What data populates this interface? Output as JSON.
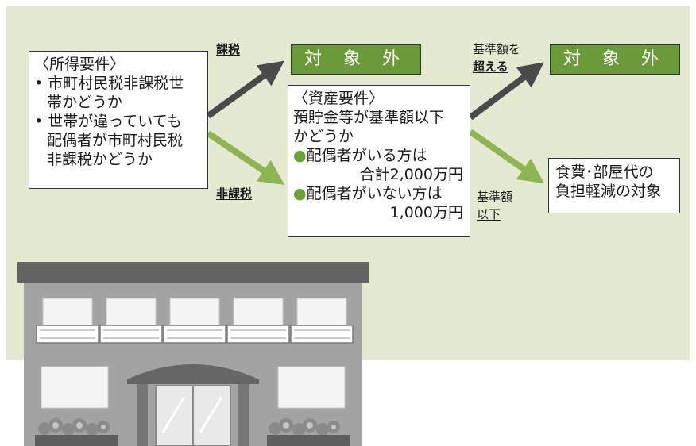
{
  "income": {
    "title": "〈所得要件〉",
    "b1_line1": "• 市町村民税非課税世",
    "b1_line2": "帯かどうか",
    "b2_line1": "• 世帯が違っていても",
    "b2_line2": "配偶者が市町村民税",
    "b2_line3": "非課税かどうか"
  },
  "edges": {
    "taxed": "課税",
    "nontaxed": "非課税",
    "exceed_line1": "基準額を",
    "exceed_line2": "超える",
    "below_line1": "基準額",
    "below_line2": "以下"
  },
  "outcomes": {
    "excluded_1": "対 象 外",
    "excluded_2": "対 象 外",
    "relief_line1": "食費･部屋代の",
    "relief_line2": "負担軽減の対象"
  },
  "assets": {
    "title": "〈資産要件〉",
    "line1": "預貯金等が基準額以下",
    "line2": "かどうか",
    "spouse_label": "配偶者がいる方は",
    "spouse_amount": "合計2,000万円",
    "nospouse_label": "配偶者がいない方は",
    "nospouse_amount": "1,000万円"
  },
  "colors": {
    "panel": "#e3ead1",
    "green": "#6a9a3a",
    "green_arrow": "#8db554",
    "dark_arrow": "#4a4a4a"
  }
}
